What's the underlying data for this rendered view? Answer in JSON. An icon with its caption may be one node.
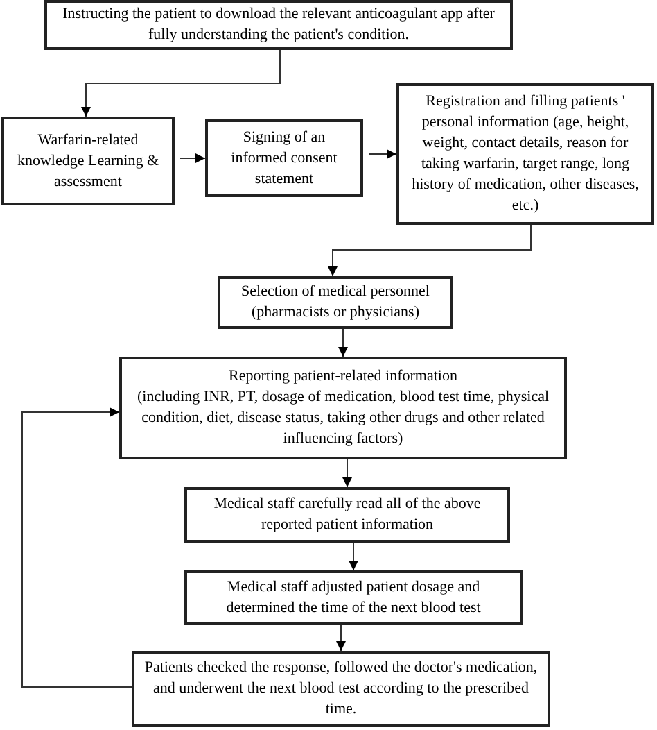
{
  "diagram": {
    "nodes": [
      {
        "text": [
          "Instructing the patient to download the relevant anticoagulant app after fully understanding the patient's condition."
        ]
      },
      {
        "text": [
          "Warfarin-related knowledge Learning & assessment"
        ]
      },
      {
        "text": [
          "Signing of an informed consent statement"
        ]
      },
      {
        "text": [
          "Registration and filling patients ' personal information (age, height, weight, contact details, reason for taking warfarin, target range, long history of medication, other diseases, etc.)"
        ]
      },
      {
        "text": [
          "Selection of medical personnel (pharmacists or physicians)"
        ]
      },
      {
        "text": [
          "Reporting patient-related information",
          "(including INR, PT, dosage of medication, blood test time, physical condition, diet, disease status, taking other drugs and other related influencing factors)"
        ]
      },
      {
        "text": [
          "Medical staff carefully read all of the above reported patient information"
        ]
      },
      {
        "text": [
          "Medical staff adjusted patient dosage and determined the time of the next blood test"
        ]
      },
      {
        "text": [
          "Patients checked the response, followed the doctor's medication, and underwent the next blood test according to the prescribed time."
        ]
      }
    ],
    "edges": [
      {
        "from": 0,
        "to": 1,
        "arrow": "to"
      },
      {
        "from": 1,
        "to": 2,
        "arrow": "to"
      },
      {
        "from": 2,
        "to": 3,
        "arrow": "to"
      },
      {
        "from": 3,
        "to": 4,
        "arrow": "to"
      },
      {
        "from": 4,
        "to": 5,
        "arrow": "to"
      },
      {
        "from": 5,
        "to": 6,
        "arrow": "to"
      },
      {
        "from": 6,
        "to": 7,
        "arrow": "to"
      },
      {
        "from": 7,
        "to": 8,
        "arrow": "to"
      },
      {
        "from": 8,
        "to": 5,
        "arrow": "to"
      }
    ]
  }
}
